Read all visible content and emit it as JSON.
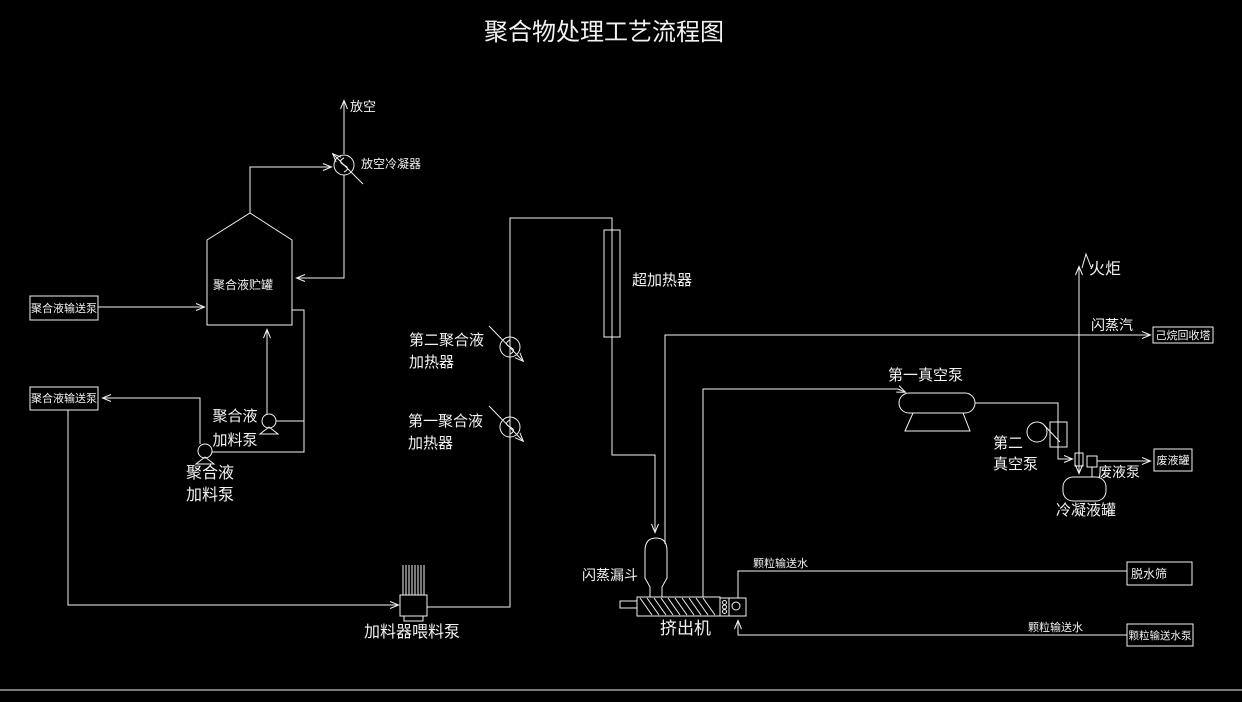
{
  "title": "聚合物处理工艺流程图",
  "colors": {
    "background": "#000000",
    "line": "#f2f2f2",
    "text": "#f2f2f2"
  },
  "equipment": {
    "vent": "放空",
    "vent_condenser": "放空冷凝器",
    "polymer_storage_tank": "聚合液贮罐",
    "polymer_transfer_pump_top": "聚合液输送泵",
    "polymer_transfer_pump_bottom": "聚合液输送泵",
    "polymer_feed_pump_upper": {
      "line1": "聚合液",
      "line2": "加料泵"
    },
    "polymer_feed_pump_lower": {
      "line1": "聚合液",
      "line2": "加料泵"
    },
    "second_polymer_heater": {
      "line1": "第二聚合液",
      "line2": "加热器"
    },
    "first_polymer_heater": {
      "line1": "第一聚合液",
      "line2": "加热器"
    },
    "superheater": "超加热器",
    "flash_hopper": "闪蒸漏斗",
    "extruder": "挤出机",
    "feeder_feed_pump": "加料器喂料泵",
    "first_vacuum_pump": "第一真空泵",
    "second_vacuum_pump": {
      "line1": "第二",
      "line2": "真空泵"
    },
    "flare": "火炬",
    "hexane_recovery_tower": "己烷回收塔",
    "waste_liquid_pump": "废液泵",
    "waste_liquid_tank": "废液罐",
    "condensate_tank": "冷凝液罐",
    "dewatering_screen": "脱水筛",
    "granule_water_pump": "颗粒输送水泵"
  },
  "streams": {
    "flash_steam": "闪蒸汽",
    "granule_water_out": "颗粒输送水",
    "granule_water_supply": "颗粒输送水"
  }
}
